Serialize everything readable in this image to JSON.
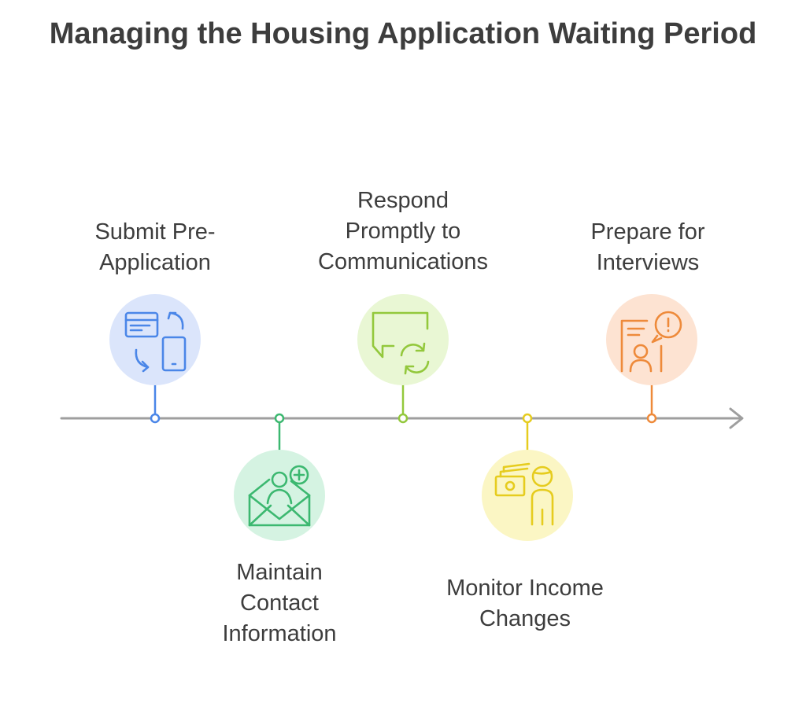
{
  "title": "Managing the Housing Application Waiting Period",
  "colors": {
    "axis": "#9e9e9e",
    "text": "#3d3d3d"
  },
  "steps": [
    {
      "lines": [
        "Submit Pre-",
        "Application"
      ],
      "icon": "form-phone-sync-icon",
      "accent": "#4a86e8",
      "fill": "#dbe5fb"
    },
    {
      "lines": [
        "Maintain",
        "Contact",
        "Information"
      ],
      "icon": "envelope-add-contact-icon",
      "accent": "#3cb870",
      "fill": "#d5f3e2"
    },
    {
      "lines": [
        "Respond",
        "Promptly to",
        "Communications"
      ],
      "icon": "chat-refresh-icon",
      "accent": "#93c83c",
      "fill": "#e9f7d4"
    },
    {
      "lines": [
        "Monitor Income",
        "Changes"
      ],
      "icon": "money-person-icon",
      "accent": "#e6cc1e",
      "fill": "#fbf6c4"
    },
    {
      "lines": [
        "Prepare for",
        "Interviews"
      ],
      "icon": "interview-alert-icon",
      "accent": "#ee8a3a",
      "fill": "#fde3d2"
    }
  ]
}
